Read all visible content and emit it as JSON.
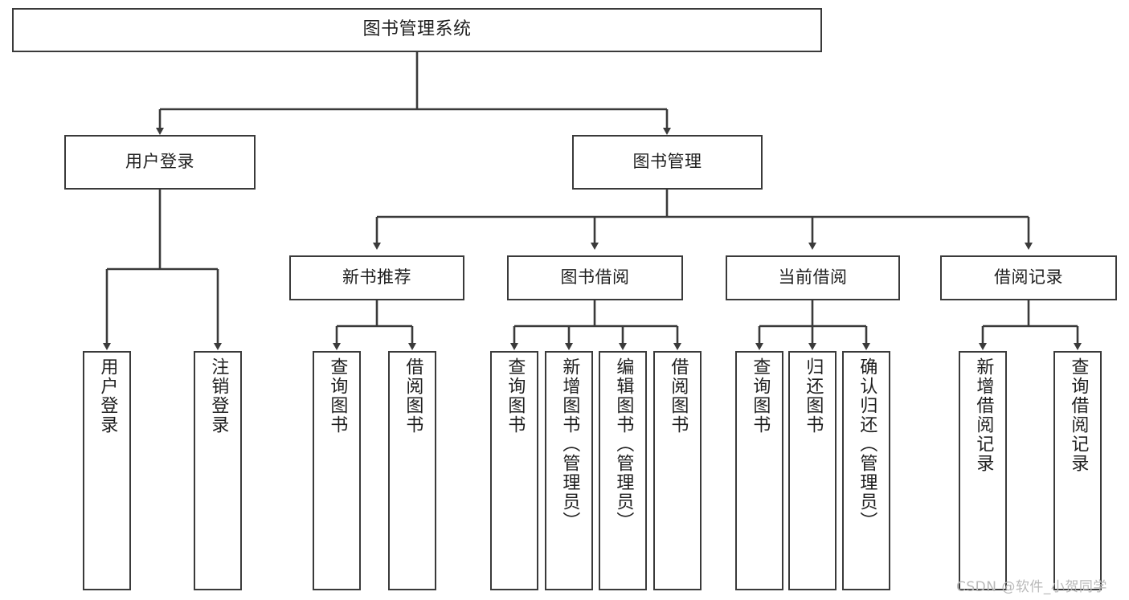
{
  "diagram": {
    "title": "图书管理系统",
    "type": "function-structure-tree",
    "stroke_color": "#3a3a3a",
    "fill_color": "#ffffff",
    "text_color": "#1f1f1f"
  },
  "root": {
    "label": "图书管理系统"
  },
  "level2": [
    {
      "label": "用户登录"
    },
    {
      "label": "图书管理"
    }
  ],
  "level3": [
    {
      "label": "新书推荐"
    },
    {
      "label": "图书借阅"
    },
    {
      "label": "当前借阅"
    },
    {
      "label": "借阅记录"
    }
  ],
  "leaves": {
    "user_login": [
      {
        "label": "用户登录"
      },
      {
        "label": "注销登录"
      }
    ],
    "new_book_recommend": [
      {
        "label": "查询图书"
      },
      {
        "label": "借阅图书"
      }
    ],
    "book_borrow": [
      {
        "label": "查询图书"
      },
      {
        "label": "新增图书（管理员）"
      },
      {
        "label": "编辑图书（管理员）"
      },
      {
        "label": "借阅图书"
      }
    ],
    "current_borrow": [
      {
        "label": "查询图书"
      },
      {
        "label": "归还图书"
      },
      {
        "label": "确认归还（管理员）"
      }
    ],
    "borrow_record": [
      {
        "label": "新增借阅记录"
      },
      {
        "label": "查询借阅记录"
      }
    ]
  },
  "watermark": {
    "text": "CSDN @软件_小贺同学"
  }
}
